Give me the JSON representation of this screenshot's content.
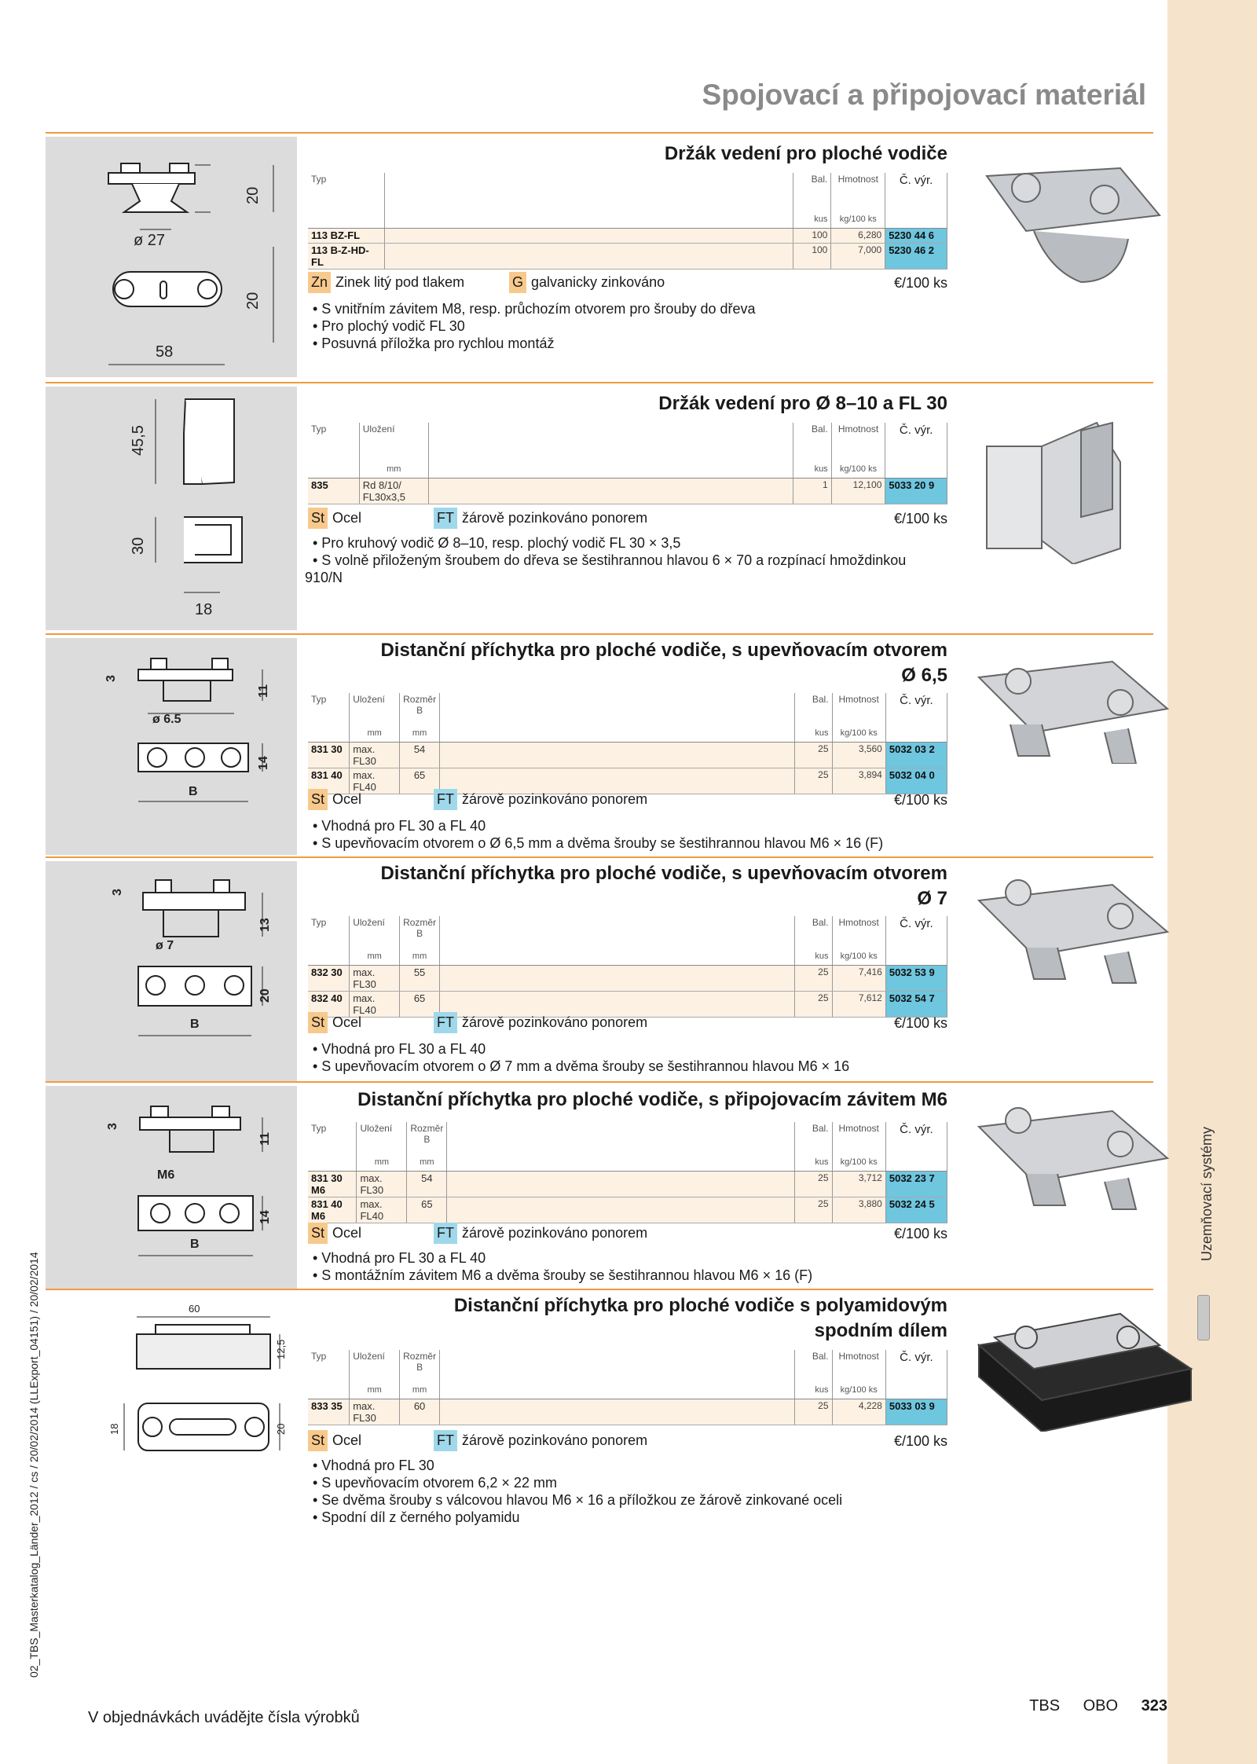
{
  "header": {
    "title": "Spojovací a připojovací materiál"
  },
  "side": {
    "section_label": "Uzemňovací systémy",
    "catalog_ref": "02_TBS_Masterkatalog_Länder_2012 / cs / 20/02/2014 (LLExport_04151) / 20/02/2014"
  },
  "footer": {
    "note": "V objednávkách uvádějte čísla výrobků",
    "brand1": "TBS",
    "brand2": "OBO",
    "page": "323"
  },
  "colors": {
    "accent": "#f39a3c",
    "sidebar": "#f6e3cc",
    "article_highlight": "#6ec6df",
    "material_tag": "#f8c98c"
  },
  "common": {
    "col_typ": "Typ",
    "col_ulozeni": "Uložení",
    "col_rozmer": "Rozměr",
    "col_rozmer_b": "B",
    "col_bal": "Bal.",
    "col_hmotnost": "Hmotnost",
    "col_cvyr": "Č. výr.",
    "unit_mm": "mm",
    "unit_kus": "kus",
    "unit_kg": "kg/100 ks",
    "price_unit": "€/100 ks"
  },
  "sections": [
    {
      "title": "Držák vedení pro ploché vodiče",
      "dims": [
        "ø 27",
        "20",
        "20",
        "58"
      ],
      "rows": [
        {
          "typ": "113 BZ-FL",
          "bal": "100",
          "weight": "6,280",
          "art": "5230 44 6"
        },
        {
          "typ": "113 B-Z-HD-FL",
          "bal": "100",
          "weight": "7,000",
          "art": "5230 46 2"
        }
      ],
      "mat1_code": "Zn",
      "mat1": "Zinek litý pod tlakem",
      "mat2_code": "G",
      "mat2": "galvanicky zinkováno",
      "bullets": [
        "• S vnitřním závitem M8, resp. průchozím otvorem pro šrouby do dřeva",
        "• Pro plochý vodič FL 30",
        "• Posuvná příložka pro rychlou montáž"
      ]
    },
    {
      "title": "Držák vedení pro Ø 8–10 a FL 30",
      "dims": [
        "45,5",
        "30",
        "18"
      ],
      "rows": [
        {
          "typ": "835",
          "ulozeni": "Rd 8/10/ FL30x3,5",
          "bal": "1",
          "weight": "12,100",
          "art": "5033 20 9"
        }
      ],
      "mat1_code": "St",
      "mat1": "Ocel",
      "mat2_code": "FT",
      "mat2": "žárově pozinkováno ponorem",
      "bullets": [
        "• Pro kruhový vodič Ø 8–10, resp. plochý vodič FL 30 × 3,5",
        "• S volně přiloženým šroubem do dřeva se šestihrannou hlavou 6 × 70 a rozpínací hmoždinkou",
        "910/N"
      ]
    },
    {
      "title": "Distanční příchytka pro ploché vodiče, s upevňovacím otvorem",
      "title2": "Ø 6,5",
      "dims": [
        "3",
        "11",
        "ø 6.5",
        "14",
        "B"
      ],
      "rows": [
        {
          "typ": "831 30",
          "ulozeni": "max. FL30",
          "rozmer": "54",
          "bal": "25",
          "weight": "3,560",
          "art": "5032 03 2"
        },
        {
          "typ": "831 40",
          "ulozeni": "max. FL40",
          "rozmer": "65",
          "bal": "25",
          "weight": "3,894",
          "art": "5032 04 0"
        }
      ],
      "mat1_code": "St",
      "mat1": "Ocel",
      "mat2_code": "FT",
      "mat2": "žárově pozinkováno ponorem",
      "bullets": [
        "• Vhodná pro FL 30 a FL 40",
        "• S upevňovacím otvorem o Ø 6,5 mm a dvěma šrouby se šestihrannou hlavou M6 × 16 (F)"
      ]
    },
    {
      "title": "Distanční příchytka pro ploché vodiče, s upevňovacím otvorem",
      "title2": "Ø 7",
      "dims": [
        "3",
        "13",
        "ø 7",
        "20",
        "B"
      ],
      "rows": [
        {
          "typ": "832 30",
          "ulozeni": "max. FL30",
          "rozmer": "55",
          "bal": "25",
          "weight": "7,416",
          "art": "5032 53 9"
        },
        {
          "typ": "832 40",
          "ulozeni": "max. FL40",
          "rozmer": "65",
          "bal": "25",
          "weight": "7,612",
          "art": "5032 54 7"
        }
      ],
      "mat1_code": "St",
      "mat1": "Ocel",
      "mat2_code": "FT",
      "mat2": "žárově pozinkováno ponorem",
      "bullets": [
        "• Vhodná pro FL 30 a FL 40",
        "• S upevňovacím otvorem o Ø 7 mm a dvěma šrouby se šestihrannou hlavou M6 × 16"
      ]
    },
    {
      "title": "Distanční příchytka pro ploché vodiče, s připojovacím závitem M6",
      "dims": [
        "3",
        "11",
        "M6",
        "14",
        "B"
      ],
      "rows": [
        {
          "typ": "831 30 M6",
          "ulozeni": "max. FL30",
          "rozmer": "54",
          "bal": "25",
          "weight": "3,712",
          "art": "5032 23 7"
        },
        {
          "typ": "831 40 M6",
          "ulozeni": "max. FL40",
          "rozmer": "65",
          "bal": "25",
          "weight": "3,880",
          "art": "5032 24 5"
        }
      ],
      "mat1_code": "St",
      "mat1": "Ocel",
      "mat2_code": "FT",
      "mat2": "žárově pozinkováno ponorem",
      "bullets": [
        "• Vhodná pro FL 30 a FL 40",
        "• S montážním závitem M6 a dvěma šrouby se šestihrannou hlavou M6 × 16 (F)"
      ]
    },
    {
      "title": "Distanční příchytka pro ploché vodiče s polyamidovým",
      "title2": "spodním dílem",
      "dims": [
        "60",
        "12,5",
        "18",
        "20"
      ],
      "rows": [
        {
          "typ": "833 35",
          "ulozeni": "max. FL30",
          "rozmer": "60",
          "bal": "25",
          "weight": "4,228",
          "art": "5033 03 9"
        }
      ],
      "mat1_code": "St",
      "mat1": "Ocel",
      "mat2_code": "FT",
      "mat2": "žárově pozinkováno ponorem",
      "bullets": [
        "• Vhodná pro FL 30",
        "• S upevňovacím otvorem 6,2 × 22 mm",
        "• Se dvěma šrouby s válcovou hlavou M6 × 16 a příložkou ze žárově zinkované oceli",
        "• Spodní díl z černého polyamidu"
      ]
    }
  ]
}
